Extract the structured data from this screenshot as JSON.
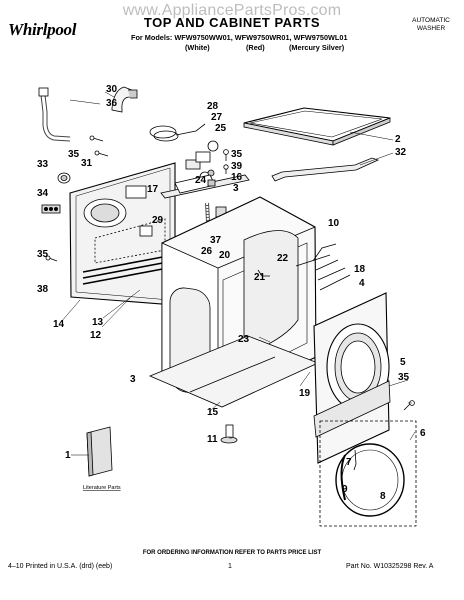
{
  "watermark": "www.AppliancePartsPros.com",
  "brand": "Whirlpool",
  "title": "TOP AND CABINET PARTS",
  "subtitle": "For Models: WFW9750WW01, WFW9750WR01, WFW9750WL01",
  "color_variants": [
    "(White)",
    "(Red)",
    "(Mercury Silver)"
  ],
  "appliance_type": "AUTOMATIC WASHER",
  "footer_note": "FOR ORDERING INFORMATION REFER TO PARTS PRICE LIST",
  "printed": "4–10 Printed in U.S.A. (drd) (eeb)",
  "page_number": "1",
  "part_number": "Part No. W10325298 Rev. A",
  "literature_label": "Literature Parts",
  "callouts": [
    {
      "id": "c30",
      "text": "30"
    },
    {
      "id": "c36",
      "text": "36"
    },
    {
      "id": "c28",
      "text": "28"
    },
    {
      "id": "c27",
      "text": "27"
    },
    {
      "id": "c25",
      "text": "25"
    },
    {
      "id": "c2",
      "text": "2"
    },
    {
      "id": "c32",
      "text": "32"
    },
    {
      "id": "c35a",
      "text": "35"
    },
    {
      "id": "c31",
      "text": "31"
    },
    {
      "id": "c33",
      "text": "33"
    },
    {
      "id": "c34",
      "text": "34"
    },
    {
      "id": "c35b",
      "text": "35"
    },
    {
      "id": "c39",
      "text": "39"
    },
    {
      "id": "c24",
      "text": "24"
    },
    {
      "id": "c17",
      "text": "17"
    },
    {
      "id": "c29",
      "text": "29"
    },
    {
      "id": "c16",
      "text": "16"
    },
    {
      "id": "c3a",
      "text": "3"
    },
    {
      "id": "c37",
      "text": "37"
    },
    {
      "id": "c26",
      "text": "26"
    },
    {
      "id": "c20",
      "text": "20"
    },
    {
      "id": "c10",
      "text": "10"
    },
    {
      "id": "c22",
      "text": "22"
    },
    {
      "id": "c21",
      "text": "21"
    },
    {
      "id": "c35c",
      "text": "35"
    },
    {
      "id": "c38",
      "text": "38"
    },
    {
      "id": "c18",
      "text": "18"
    },
    {
      "id": "c4",
      "text": "4"
    },
    {
      "id": "c14",
      "text": "14"
    },
    {
      "id": "c13",
      "text": "13"
    },
    {
      "id": "c12",
      "text": "12"
    },
    {
      "id": "c23",
      "text": "23"
    },
    {
      "id": "c3b",
      "text": "3"
    },
    {
      "id": "c19",
      "text": "19"
    },
    {
      "id": "c5",
      "text": "5"
    },
    {
      "id": "c35d",
      "text": "35"
    },
    {
      "id": "c15",
      "text": "15"
    },
    {
      "id": "c11",
      "text": "11"
    },
    {
      "id": "c6",
      "text": "6"
    },
    {
      "id": "c1",
      "text": "1"
    },
    {
      "id": "c7",
      "text": "7"
    },
    {
      "id": "c9",
      "text": "9"
    },
    {
      "id": "c8",
      "text": "8"
    }
  ]
}
